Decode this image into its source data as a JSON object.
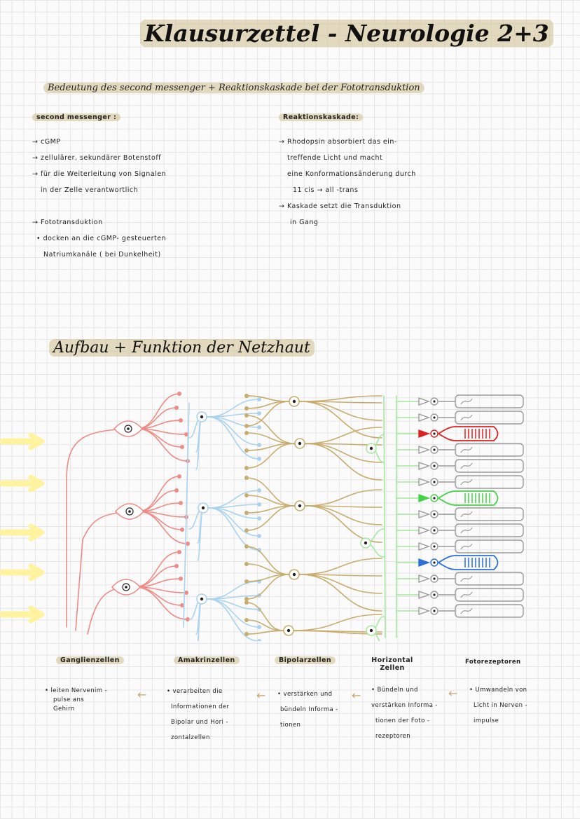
{
  "title": "Klausurzettel - Neurologie 2+3",
  "section1": {
    "heading": "Bedeutung des second messenger + Reaktionskaskade bei der Fototransduktion",
    "left": {
      "label": "second messenger :",
      "lines": [
        "→ cGMP",
        "→ zellulärer, sekundärer Botenstoff",
        "→ für die Weiterleitung von Signalen",
        "in der Zelle verantwortlich",
        "",
        "→ Fototransduktion",
        "• docken an die cGMP- gesteuerten",
        "Natriumkanäle ( bei Dunkelheit)"
      ]
    },
    "right": {
      "label": "Reaktionskaskade:",
      "lines": [
        "→ Rhodopsin absorbiert das ein-",
        "treffende Licht und macht",
        "eine Konformationsänderung durch",
        "11 cis → all -trans",
        "→ Kaskade setzt die Transduktion",
        "in Gang"
      ]
    }
  },
  "section2": {
    "heading": "Aufbau + Funktion der Netzhaut",
    "columns": [
      {
        "label": "Ganglienzellen",
        "text": [
          "• leiten Nervenim -",
          "pulse ans",
          "Gehirn"
        ]
      },
      {
        "label": "Amakrinzellen",
        "text": [
          "• verarbeiten die",
          "Informationen der",
          "Bipolar und Hori -",
          "zontalzellen"
        ]
      },
      {
        "label": "Bipolarzellen",
        "text": [
          "• verstärken und",
          "bündeln Informa -",
          "tionen"
        ]
      },
      {
        "label": "Horizontal Zellen",
        "text": [
          "• Bündeln und",
          "verstärken Informa -",
          "tionen der Foto -",
          "rezeptoren"
        ]
      },
      {
        "label": "Fotorezeptoren",
        "text": [
          "• Umwandeln von",
          "Licht in Nerven -",
          "impulse"
        ]
      }
    ],
    "arrow": "←"
  },
  "colors": {
    "ganglion": "#ef8a84",
    "amacrine": "#a9d3ef",
    "bipolar": "#c8ad6e",
    "horizontal": "#a6e8a0",
    "receptor": "#9a9a9a",
    "cone_red": "#e02020",
    "cone_green": "#45d145",
    "cone_blue": "#2a6fd8",
    "light": "#fff3a0",
    "highlight": "#cdbe8c"
  }
}
